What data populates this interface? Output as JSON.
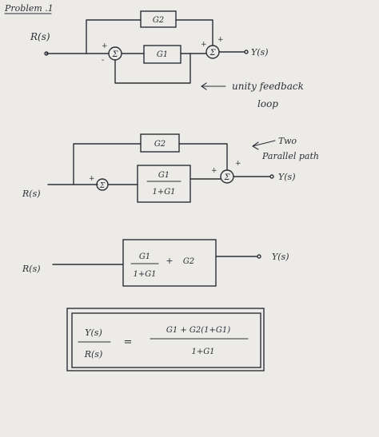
{
  "title": "Problem .1",
  "diagram1": {
    "input": "R(s)",
    "output": "Y(s)",
    "block_top": "G2",
    "block_mid": "G1",
    "sum": "Σ",
    "sign_plus": "+",
    "sign_minus": "-",
    "annotation_line1": "unity feedback",
    "annotation_line2": "loop"
  },
  "diagram2": {
    "input": "R(s)",
    "output": "Y(s)",
    "block_top": "G2",
    "block_num": "G1",
    "block_den": "1+G1",
    "sum": "Σ",
    "sign_plus": "+",
    "annotation_line1": "Two",
    "annotation_line2": "Parallel path"
  },
  "diagram3": {
    "input": "R(s)",
    "output": "Y(s)",
    "num": "G1",
    "den": "1+G1",
    "plus": "+",
    "g2": "G2"
  },
  "result": {
    "lhs_num": "Y(s)",
    "lhs_den": "R(s)",
    "equals": "=",
    "rhs_num": "G1 + G2(1+G1)",
    "rhs_den": "1+G1"
  },
  "colors": {
    "ink": "#2b2f36",
    "paper": "#ecebe8"
  }
}
